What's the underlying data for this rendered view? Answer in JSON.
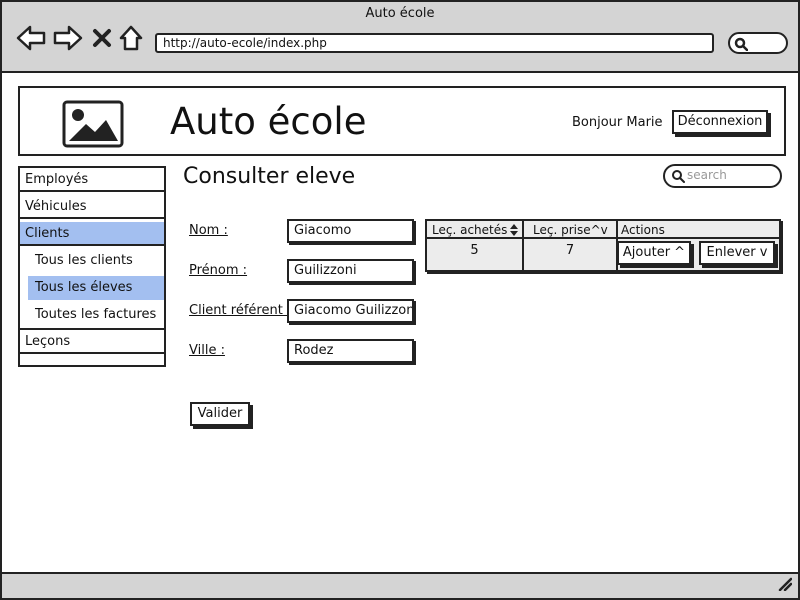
{
  "window": {
    "title": "Auto école",
    "url": "http://auto-ecole/index.php"
  },
  "header": {
    "app_title": "Auto école",
    "greeting": "Bonjour Marie",
    "logout_label": "Déconnexion"
  },
  "sidebar": {
    "items": [
      {
        "label": "Employés"
      },
      {
        "label": "Véhicules"
      },
      {
        "label": "Clients",
        "active": true
      },
      {
        "label": "Leçons"
      }
    ],
    "sub_items": [
      {
        "label": "Tous les clients"
      },
      {
        "label": "Tous les éleves",
        "active": true
      },
      {
        "label": "Toutes les factures"
      }
    ]
  },
  "main": {
    "heading": "Consulter eleve",
    "search_placeholder": "search",
    "form": {
      "fields": [
        {
          "label": "Nom :",
          "value": "Giacomo"
        },
        {
          "label": "Prénom :",
          "value": "Guilizzoni"
        },
        {
          "label": "Client référent :",
          "value": "Giacomo Guilizzoni"
        },
        {
          "label": "Ville :",
          "value": "Rodez"
        }
      ],
      "submit_label": "Valider"
    },
    "lessons_table": {
      "columns": [
        "Leç. achetés",
        "Leç. prise^v",
        "Actions"
      ],
      "rows": [
        {
          "bought": "5",
          "taken": "7"
        }
      ],
      "add_label": "Ajouter ^",
      "remove_label": "Enlever v"
    }
  },
  "colors": {
    "chrome": "#d4d4d4",
    "selection": "#a3bff0",
    "table_bg": "#ececec",
    "border": "#222222"
  },
  "icons": [
    "back-arrow-icon",
    "forward-arrow-icon",
    "close-icon",
    "home-icon",
    "search-icon",
    "image-placeholder-icon",
    "sort-icon",
    "resize-grip-icon"
  ]
}
